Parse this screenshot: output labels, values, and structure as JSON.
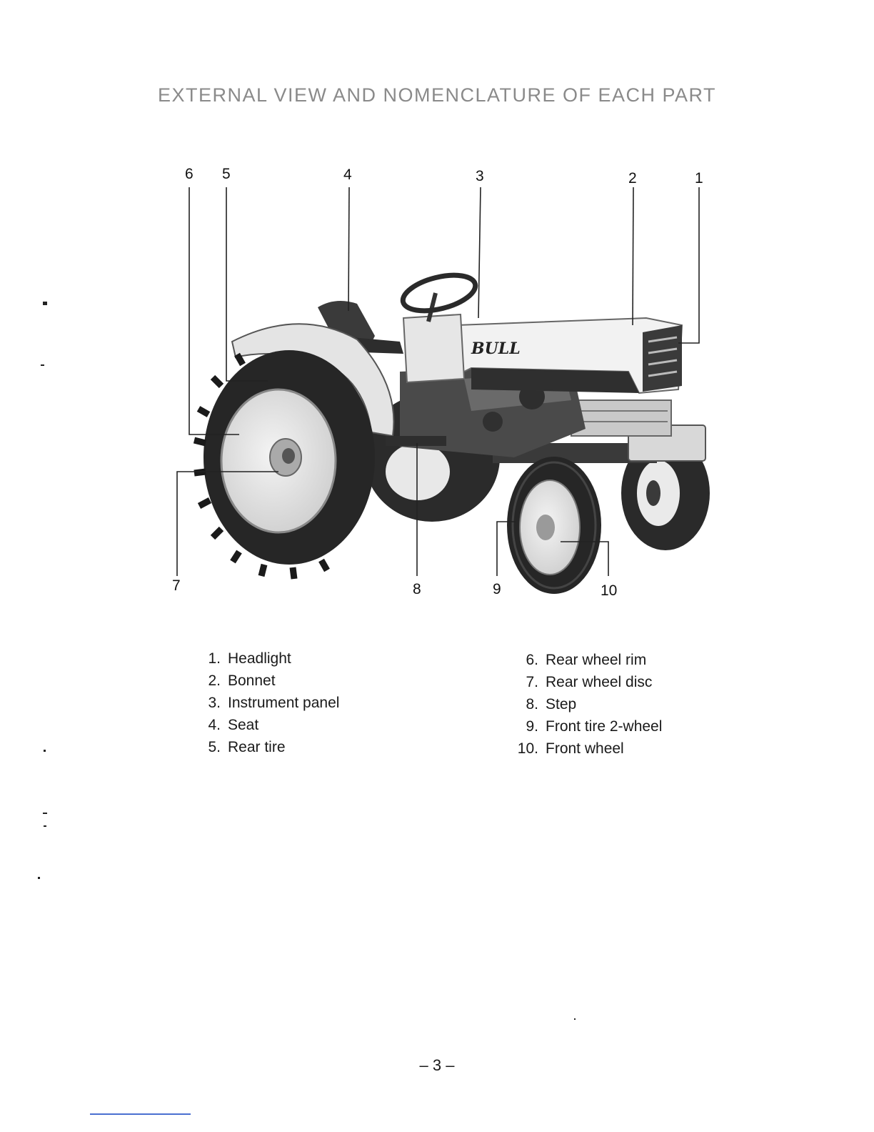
{
  "title": "EXTERNAL VIEW AND NOMENCLATURE OF EACH PART",
  "figure": {
    "brand_text": "BULL",
    "callouts": [
      "1",
      "2",
      "3",
      "4",
      "5",
      "6",
      "7",
      "8",
      "9",
      "10"
    ]
  },
  "legend": {
    "left": [
      {
        "num": "1.",
        "label": "Headlight"
      },
      {
        "num": "2.",
        "label": "Bonnet"
      },
      {
        "num": "3.",
        "label": "Instrument panel"
      },
      {
        "num": "4.",
        "label": "Seat"
      },
      {
        "num": "5.",
        "label": "Rear tire"
      }
    ],
    "right": [
      {
        "num": "6.",
        "label": "Rear wheel rim"
      },
      {
        "num": "7.",
        "label": "Rear wheel disc"
      },
      {
        "num": "8.",
        "label": "Step"
      },
      {
        "num": "9.",
        "label": "Front tire 2-wheel"
      },
      {
        "num": "10.",
        "label": "Front wheel"
      }
    ]
  },
  "page_number": "– 3 –"
}
